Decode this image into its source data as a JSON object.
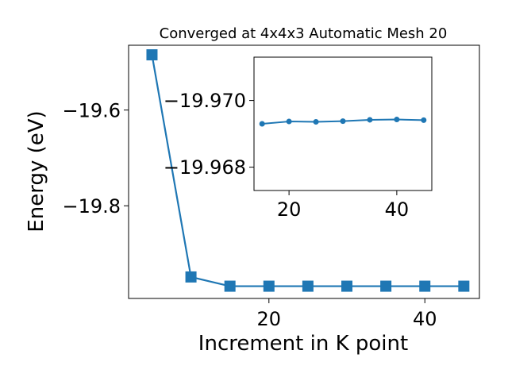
{
  "chart_data": [
    {
      "type": "line",
      "title": "Converged at 4x4x3 Automatic Mesh 20",
      "xlabel": "Increment in K point",
      "ylabel": "Energy (eV)",
      "xlim": [
        2.0,
        47.0
      ],
      "ylim": [
        -19.9935,
        -19.4647
      ],
      "xticks": [
        20,
        40
      ],
      "xtick_labels": [
        "20",
        "40"
      ],
      "yticks": [
        -19.6,
        -19.8
      ],
      "ytick_labels": [
        "−19.6",
        "−19.8"
      ],
      "grid": false,
      "marker": "square",
      "series": [
        {
          "x": [
            5,
            10,
            15,
            20,
            25,
            30,
            35,
            40,
            45
          ],
          "y": [
            -19.4847,
            -19.9486,
            -19.9679,
            -19.9679,
            -19.9679,
            -19.9679,
            -19.9679,
            -19.9679,
            -19.9679
          ]
        }
      ]
    },
    {
      "type": "line",
      "inset": true,
      "title": "",
      "xlabel": "",
      "ylabel": "",
      "xlim": [
        13.5,
        46.5
      ],
      "ylim": [
        -19.9673,
        -19.9713
      ],
      "xticks": [
        20,
        40
      ],
      "xtick_labels": [
        "20",
        "40"
      ],
      "yticks": [
        -19.97,
        -19.968
      ],
      "ytick_labels": [
        "−19.970",
        "−19.968"
      ],
      "grid": false,
      "marker": "circle",
      "series": [
        {
          "x": [
            15,
            20,
            25,
            30,
            35,
            40,
            45
          ],
          "y": [
            -19.9693,
            -19.96937,
            -19.96936,
            -19.96938,
            -19.96942,
            -19.96943,
            -19.96941
          ]
        }
      ]
    }
  ],
  "colors": {
    "series": "#1f77b4",
    "axes": "#000000",
    "background": "#ffffff"
  }
}
